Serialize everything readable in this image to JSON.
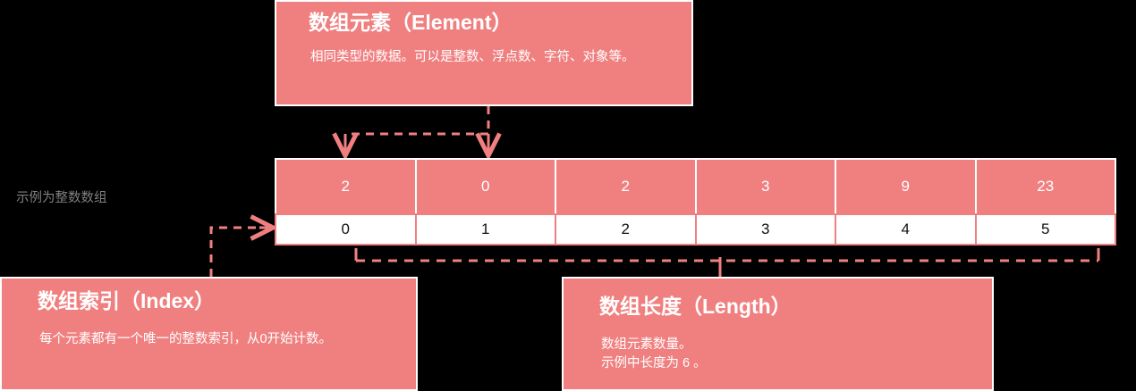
{
  "theme": {
    "accent": "#F08080",
    "background": "#000000",
    "box_text": "#FFFFFF",
    "index_text": "#111111",
    "note_text": "#808080"
  },
  "callouts": {
    "element": {
      "title": "数组元素（Element）",
      "body": "相同类型的数据。可以是整数、浮点数、字符、对象等。"
    },
    "index": {
      "title": "数组索引（Index）",
      "body": "每个元素都有一个唯一的整数索引，从0开始计数。"
    },
    "length": {
      "title": "数组长度（Length）",
      "body": "数组元素数量。\n示例中长度为 6 。"
    }
  },
  "note": {
    "sample_label": "示例为整数数组"
  },
  "array": {
    "values": [
      "2",
      "0",
      "2",
      "3",
      "9",
      "23"
    ],
    "indices": [
      "0",
      "1",
      "2",
      "3",
      "4",
      "5"
    ]
  }
}
